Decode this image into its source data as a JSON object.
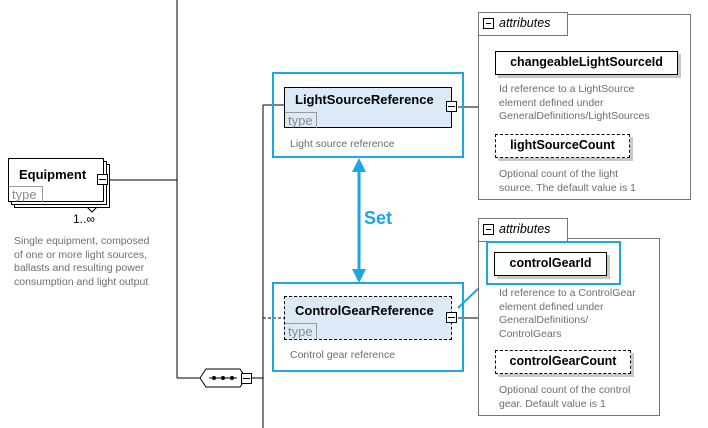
{
  "equipment": {
    "name": "Equipment",
    "type_label": "type",
    "multiplicity": "1..∞",
    "description": [
      "Single equipment, composed",
      "of one or more light sources,",
      "ballasts and resulting power",
      "consumption and light output"
    ]
  },
  "light_source_ref": {
    "name": "LightSourceReference",
    "type_label": "type",
    "description": "Light source reference"
  },
  "control_gear_ref": {
    "name": "ControlGearReference",
    "type_label": "type",
    "description": "Control gear reference"
  },
  "set_label": "Set",
  "attributes_top": {
    "tab_label": "attributes",
    "attr1": {
      "name": "changeableLightSourceId",
      "description": [
        "Id reference to a LightSource",
        "element defined under",
        "GeneralDefinitions/LightSources"
      ]
    },
    "attr2": {
      "name": "lightSourceCount",
      "description": [
        "Optional count of the light",
        "source. The default value is 1"
      ]
    }
  },
  "attributes_bottom": {
    "tab_label": "attributes",
    "attr1": {
      "name": "controlGearId",
      "description": [
        "Id reference to a ControlGear",
        "element defined under",
        "GeneralDefinitions/",
        "ControlGears"
      ]
    },
    "attr2": {
      "name": "controlGearCount",
      "description": [
        "Optional count of the control",
        "gear. Default value is 1"
      ]
    }
  },
  "colors": {
    "highlight": "#1da7e0",
    "type_box_fill": "#dce9f7"
  }
}
